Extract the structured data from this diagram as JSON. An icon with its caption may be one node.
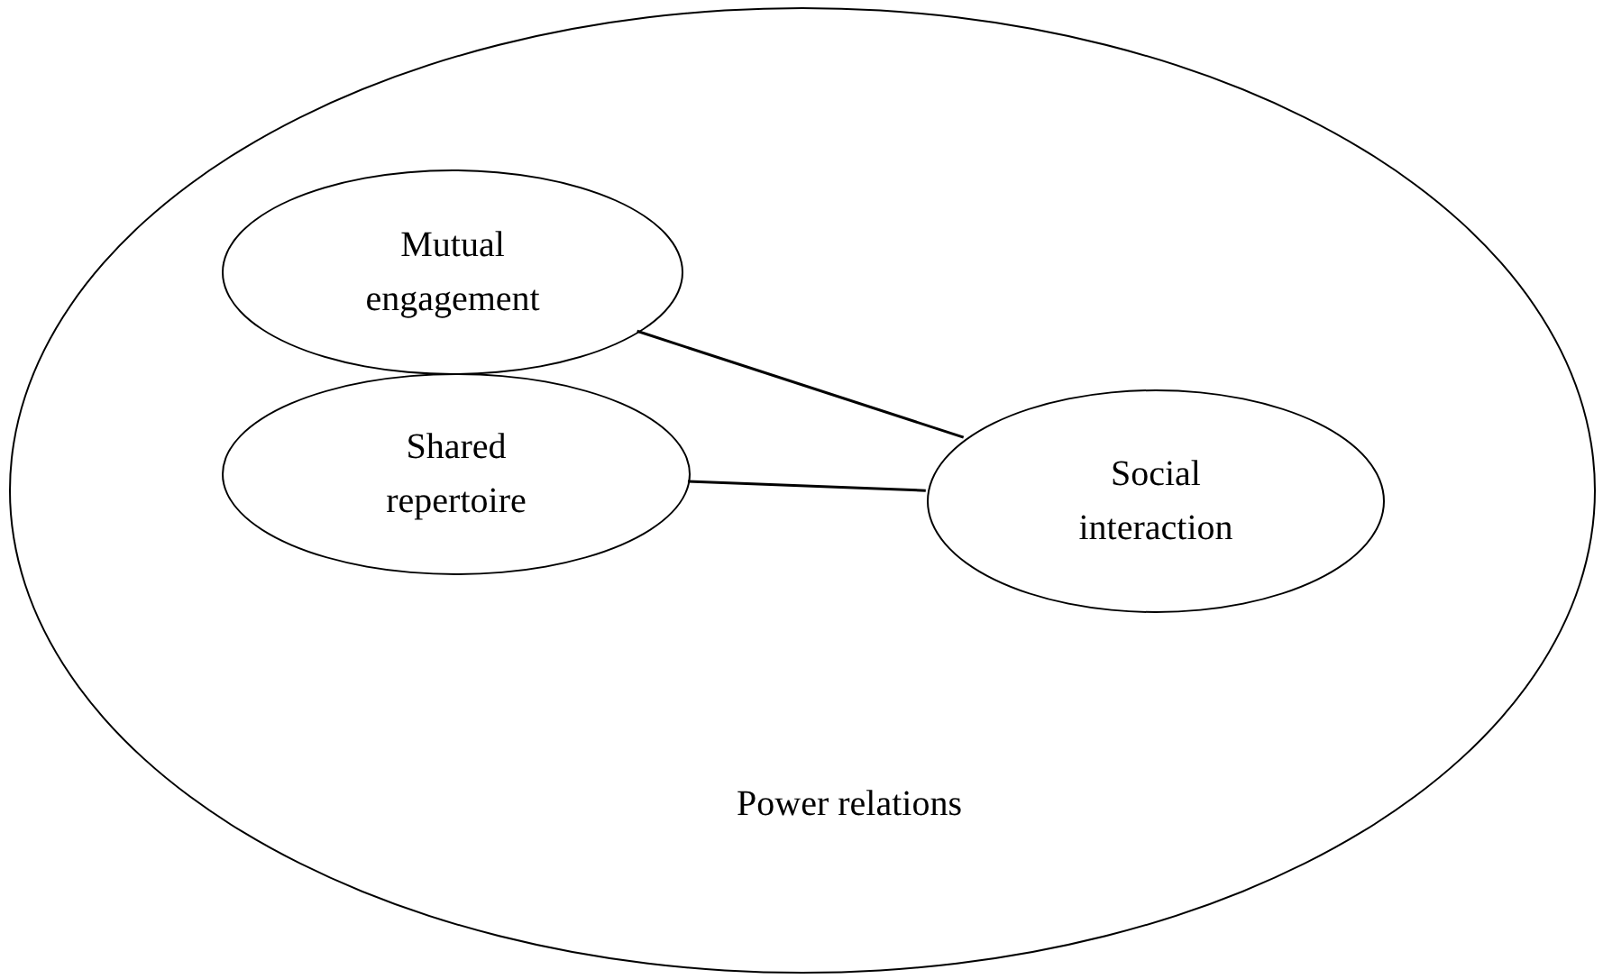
{
  "diagram": {
    "nodes": [
      {
        "text": [
          "Power relations"
        ]
      },
      {
        "text": [
          "Mutual engagement"
        ],
        "in": 0
      },
      {
        "text": [
          "Shared repertoire"
        ],
        "in": 0
      },
      {
        "text": [
          "Social interaction"
        ],
        "in": 0
      }
    ],
    "edges": [
      {
        "from": 1,
        "to": 3,
        "arrow": "none"
      },
      {
        "from": 2,
        "to": 3,
        "arrow": "none"
      }
    ]
  }
}
